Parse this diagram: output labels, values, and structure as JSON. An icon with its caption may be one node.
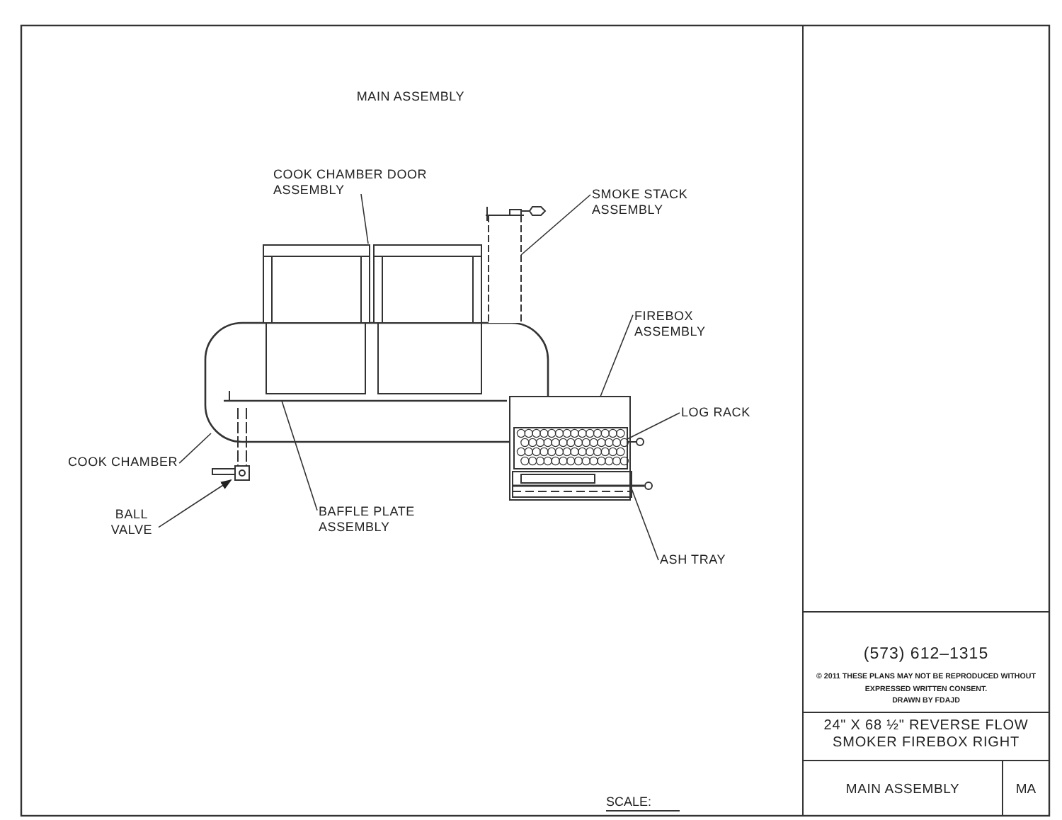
{
  "diagram": {
    "title": "MAIN ASSEMBLY",
    "nodes": [
      {
        "text": [
          "COOK CHAMBER DOOR ASSEMBLY"
        ]
      },
      {
        "text": [
          "SMOKE STACK ASSEMBLY"
        ]
      },
      {
        "text": [
          "FIREBOX ASSEMBLY"
        ]
      },
      {
        "text": [
          "LOG RACK"
        ]
      },
      {
        "text": [
          "COOK CHAMBER"
        ]
      },
      {
        "text": [
          "BAFFLE PLATE ASSEMBLY"
        ]
      },
      {
        "text": [
          "BALL VALVE"
        ]
      },
      {
        "text": [
          "ASH TRAY"
        ]
      },
      {
        "text": [],
        "shape": "box"
      },
      {
        "text": [],
        "shape": "cylinder"
      },
      {
        "text": [],
        "shape": "box"
      },
      {
        "text": [],
        "shape": "box",
        "in": 10
      },
      {
        "text": [],
        "shape": "cylinder"
      },
      {
        "text": [],
        "shape": "bar",
        "in": 12
      },
      {
        "text": [],
        "shape": "picture"
      },
      {
        "text": [],
        "shape": "box",
        "in": 10
      }
    ],
    "edges": [
      {
        "from": 0,
        "to": 8,
        "arrow": "none"
      },
      {
        "from": 1,
        "to": 9,
        "arrow": "none"
      },
      {
        "from": 2,
        "to": 10,
        "arrow": "none"
      },
      {
        "from": 3,
        "to": 11,
        "arrow": "none"
      },
      {
        "from": 4,
        "to": 12,
        "arrow": "none"
      },
      {
        "from": 5,
        "to": 13,
        "arrow": "none"
      },
      {
        "from": 6,
        "to": 14,
        "arrow": "to"
      },
      {
        "from": 7,
        "to": 15,
        "arrow": "none"
      }
    ],
    "labels": [
      "(573) 612–1315",
      "© 2011 THESE PLANS MAY NOT BE REPRODUCED WITHOUT EXPRESSED WRITTEN CONSENT.",
      "DRAWN BY FDAJD",
      "24\" X 68 ½\" REVERSE FLOW SMOKER FIREBOX RIGHT",
      "MAIN ASSEMBLY",
      "MA",
      "SCALE:"
    ]
  }
}
